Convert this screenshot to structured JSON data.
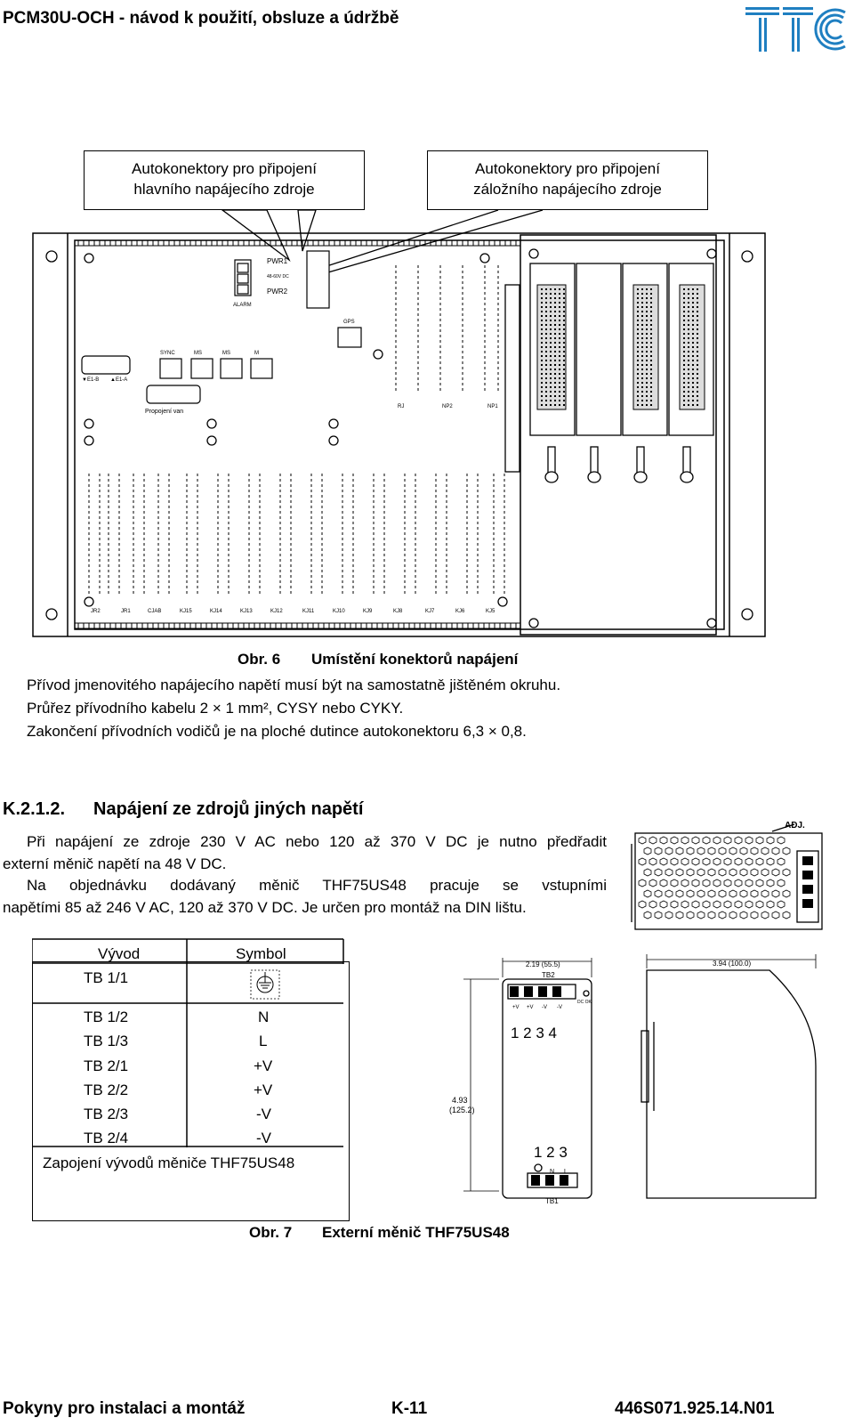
{
  "header": {
    "title": "PCM30U-OCH - návod k použití, obsluze a údržbě",
    "logo": "TTC logo"
  },
  "figure6": {
    "callout_left": [
      "Autokonektory pro připojení",
      "hlavního napájecího zdroje"
    ],
    "callout_right": [
      "Autokonektory pro připojení",
      "záložního napájecího zdroje"
    ],
    "board_labels": {
      "pwr1": "PWR1",
      "pwr2": "PWR2",
      "voltage": "48-60V DC",
      "alarm": "ALARM",
      "gps": "GPS",
      "sync": "SYNC",
      "ms1": "MS",
      "ms2": "MS",
      "m": "M",
      "e1b": "▼E1-B",
      "e1a": "▲E1-A",
      "propojeni": "Propojení van",
      "top_connectors": [
        "RJ",
        "NP2",
        "NP1"
      ],
      "bottom_connectors": [
        "JR2",
        "JR1",
        "CJAB",
        "KJ15",
        "KJ14",
        "KJ13",
        "KJ12",
        "KJ11",
        "KJ10",
        "KJ9",
        "KJ8",
        "KJ7",
        "KJ6",
        "KJ5"
      ]
    },
    "caption_num": "Obr. 6",
    "caption_text": "Umístění konektorů napájení"
  },
  "body_lines": [
    "Přívod jmenovitého napájecího napětí musí být na samostatně jištěném okruhu.",
    "Průřez přívodního kabelu 2 × 1 mm², CYSY nebo CYKY.",
    "Zakončení přívodních vodičů je na ploché dutince autokonektoru 6,3 × 0,8."
  ],
  "section": {
    "number": "K.2.1.2.",
    "title": "Napájení ze zdrojů jiných napětí",
    "para1_line1": "Při napájení ze zdroje 230 V AC nebo 120 až 370 V DC je nutno předřadit",
    "para1_line2": "externí měnič napětí na 48 V DC.",
    "para2_line1": "Na objednávku dodávaný měnič THF75US48 pracuje se vstupními",
    "para2_line2": "napětími 85 až 246 V AC, 120 až 370 V DC. Je určen pro montáž na DIN lištu."
  },
  "pin_table": {
    "col_header_1": "Vývod",
    "col_header_2": "Symbol",
    "rows": [
      {
        "pin": "TB 1/1",
        "symbol": ""
      },
      {
        "pin": "TB 1/2",
        "symbol": "N"
      },
      {
        "pin": "TB 1/3",
        "symbol": "L"
      },
      {
        "pin": "TB 2/1",
        "symbol": "+V"
      },
      {
        "pin": "TB 2/2",
        "symbol": "+V"
      },
      {
        "pin": "TB 2/3",
        "symbol": "-V"
      },
      {
        "pin": "TB 2/4",
        "symbol": "-V"
      }
    ],
    "footer": "Zapojení vývodů měniče THF75US48",
    "ground_symbol": "ground-icon"
  },
  "converter": {
    "adj_label": "ADJ.",
    "width_dim": "2.19 (55.5)",
    "tb2": "TB2",
    "tb2_pins": [
      "+V",
      "+V",
      "-V",
      "-V"
    ],
    "dc_ok": "DC OK",
    "tb2_numbers": "1 2 3 4",
    "height_dim_1": "4.93",
    "height_dim_2": "(125.2)",
    "tb1_numbers": "1 2 3",
    "tb1_pins": [
      "N",
      "L"
    ],
    "tb1": "TB1",
    "depth_dim": "3.94 (100.0)"
  },
  "figure7": {
    "caption_num": "Obr. 7",
    "caption_text": "Externí měnič THF75US48"
  },
  "footer": {
    "left": "Pokyny pro instalaci a montáž",
    "center": "K-11",
    "right": "446S071.925.14.N01"
  }
}
